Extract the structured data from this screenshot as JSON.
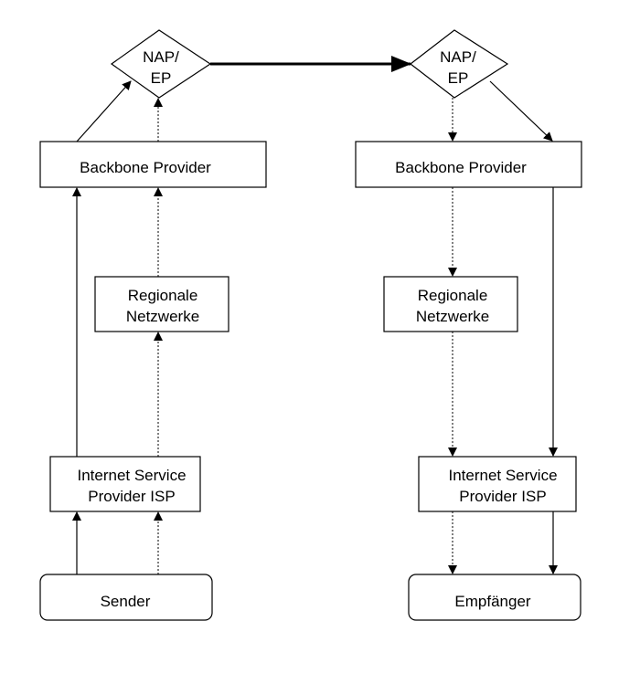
{
  "diagram": {
    "left": {
      "nap": {
        "line1": "NAP/",
        "line2": "EP"
      },
      "backbone": "Backbone Provider",
      "regional": {
        "line1": "Regionale",
        "line2": "Netzwerke"
      },
      "isp": {
        "line1": "Internet Service",
        "line2": "Provider ISP"
      },
      "endpoint": "Sender"
    },
    "right": {
      "nap": {
        "line1": "NAP/",
        "line2": "EP"
      },
      "backbone": "Backbone Provider",
      "regional": {
        "line1": "Regionale",
        "line2": "Netzwerke"
      },
      "isp": {
        "line1": "Internet Service",
        "line2": "Provider ISP"
      },
      "endpoint": "Empfänger"
    }
  }
}
